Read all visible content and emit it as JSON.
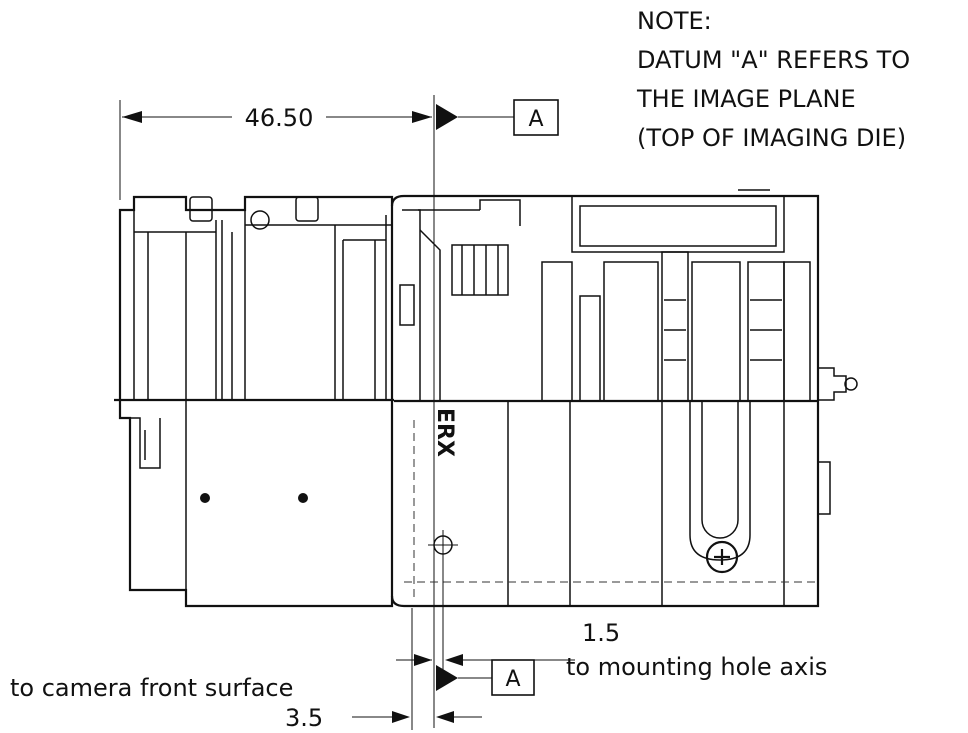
{
  "note": {
    "heading": "NOTE:",
    "lines": [
      "DATUM \"A\" REFERS TO",
      "THE IMAGE PLANE",
      "(TOP OF IMAGING DIE)"
    ]
  },
  "dimensions": {
    "top_length": "46.50",
    "hole_offset": "1.5",
    "front_offset": "3.5"
  },
  "datum": {
    "upper_label": "A",
    "lower_label": "A"
  },
  "annotations": {
    "mounting_hole": "to mounting hole axis",
    "front_surface": "to camera front surface"
  },
  "logo_text": "ERX"
}
